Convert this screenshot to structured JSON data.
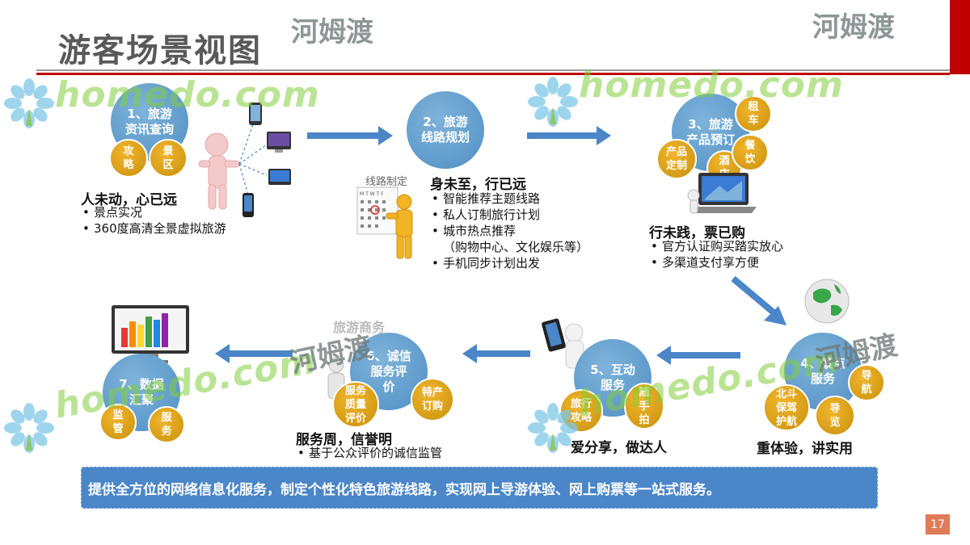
{
  "header": {
    "title": "游客场景视图"
  },
  "stages": [
    {
      "circle": "1、旅游\n资讯查询",
      "tags": [
        "攻\n略",
        "景\n区"
      ],
      "heading": "人未动，心已远",
      "bullets": [
        "景点实况",
        "360度高清全景虚拟旅游"
      ]
    },
    {
      "circle": "2、旅游\n线路规划",
      "figure_label": "线路制定",
      "heading": "身未至，行已远",
      "bullets": [
        "智能推荐主题线路",
        "私人订制旅行计划",
        "城市热点推荐",
        "（购物中心、文化娱乐等）",
        "手机同步计划出发"
      ]
    },
    {
      "circle": "3、旅游\n产品预订",
      "tags": [
        "租\n车",
        "产品\n定制",
        "酒\n店",
        "餐\n饮"
      ],
      "heading": "行未践，票已购",
      "bullets": [
        "官方认证购买踏实放心",
        "多渠道支付享方便"
      ]
    },
    {
      "circle": "4、景点\n服务",
      "tags": [
        "导\n航",
        "北斗\n保驾\n护航",
        "导\n览"
      ],
      "heading": "重体验，讲实用"
    },
    {
      "circle": "5、互动\n服务",
      "tags": [
        "旅行\n攻略",
        "随\n手\n拍"
      ],
      "heading": "爱分享，做达人"
    },
    {
      "circle": "6、诚信\n服务评\n价",
      "figure_label": "旅游商务",
      "tags": [
        "服务\n质量\n评价",
        "特产\n订购"
      ],
      "heading": "服务周，信誉明",
      "bullets": [
        "基于公众评价的诚信监管"
      ]
    },
    {
      "circle": "7、数据\n汇聚",
      "tags": [
        "监\n管",
        "服\n务"
      ]
    }
  ],
  "banner": "提供全方位的网络信息化服务，制定个性化特色旅游线路，实现网上导游体验、网上购票等一站式服务。",
  "page_number": "17",
  "watermark": {
    "brand": "河姆渡",
    "url": "homedo.com"
  },
  "colors": {
    "accent_blue": "#4f8fc3",
    "tag_gold": "#e0a41c",
    "brand_red": "#c00000"
  }
}
